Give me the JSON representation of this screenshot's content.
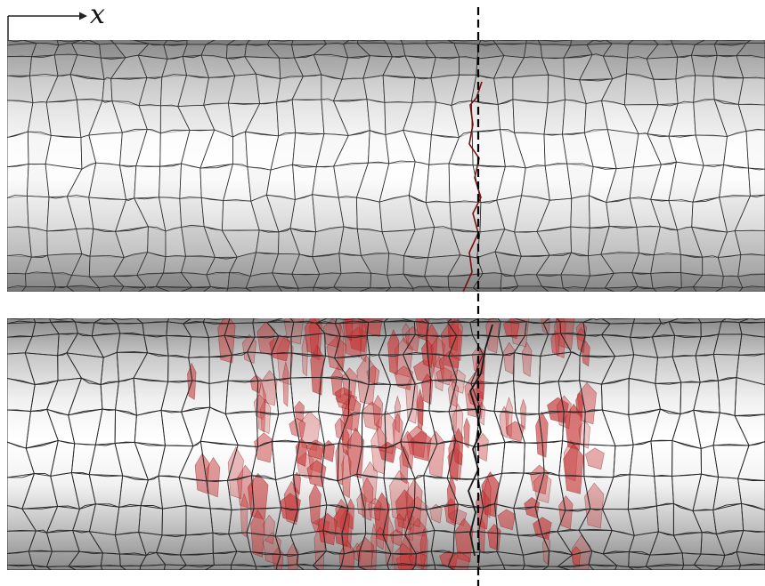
{
  "figure": {
    "axis_label": "x",
    "panels": [
      {
        "name": "intact-cylinder"
      },
      {
        "name": "damaged-cylinder"
      }
    ],
    "colors": {
      "background": "#ffffff",
      "cell_edge": "#2a2a2a",
      "damage_fill": "#c83c3c",
      "crack_line": "#7a1010",
      "section_line": "#000000"
    }
  }
}
